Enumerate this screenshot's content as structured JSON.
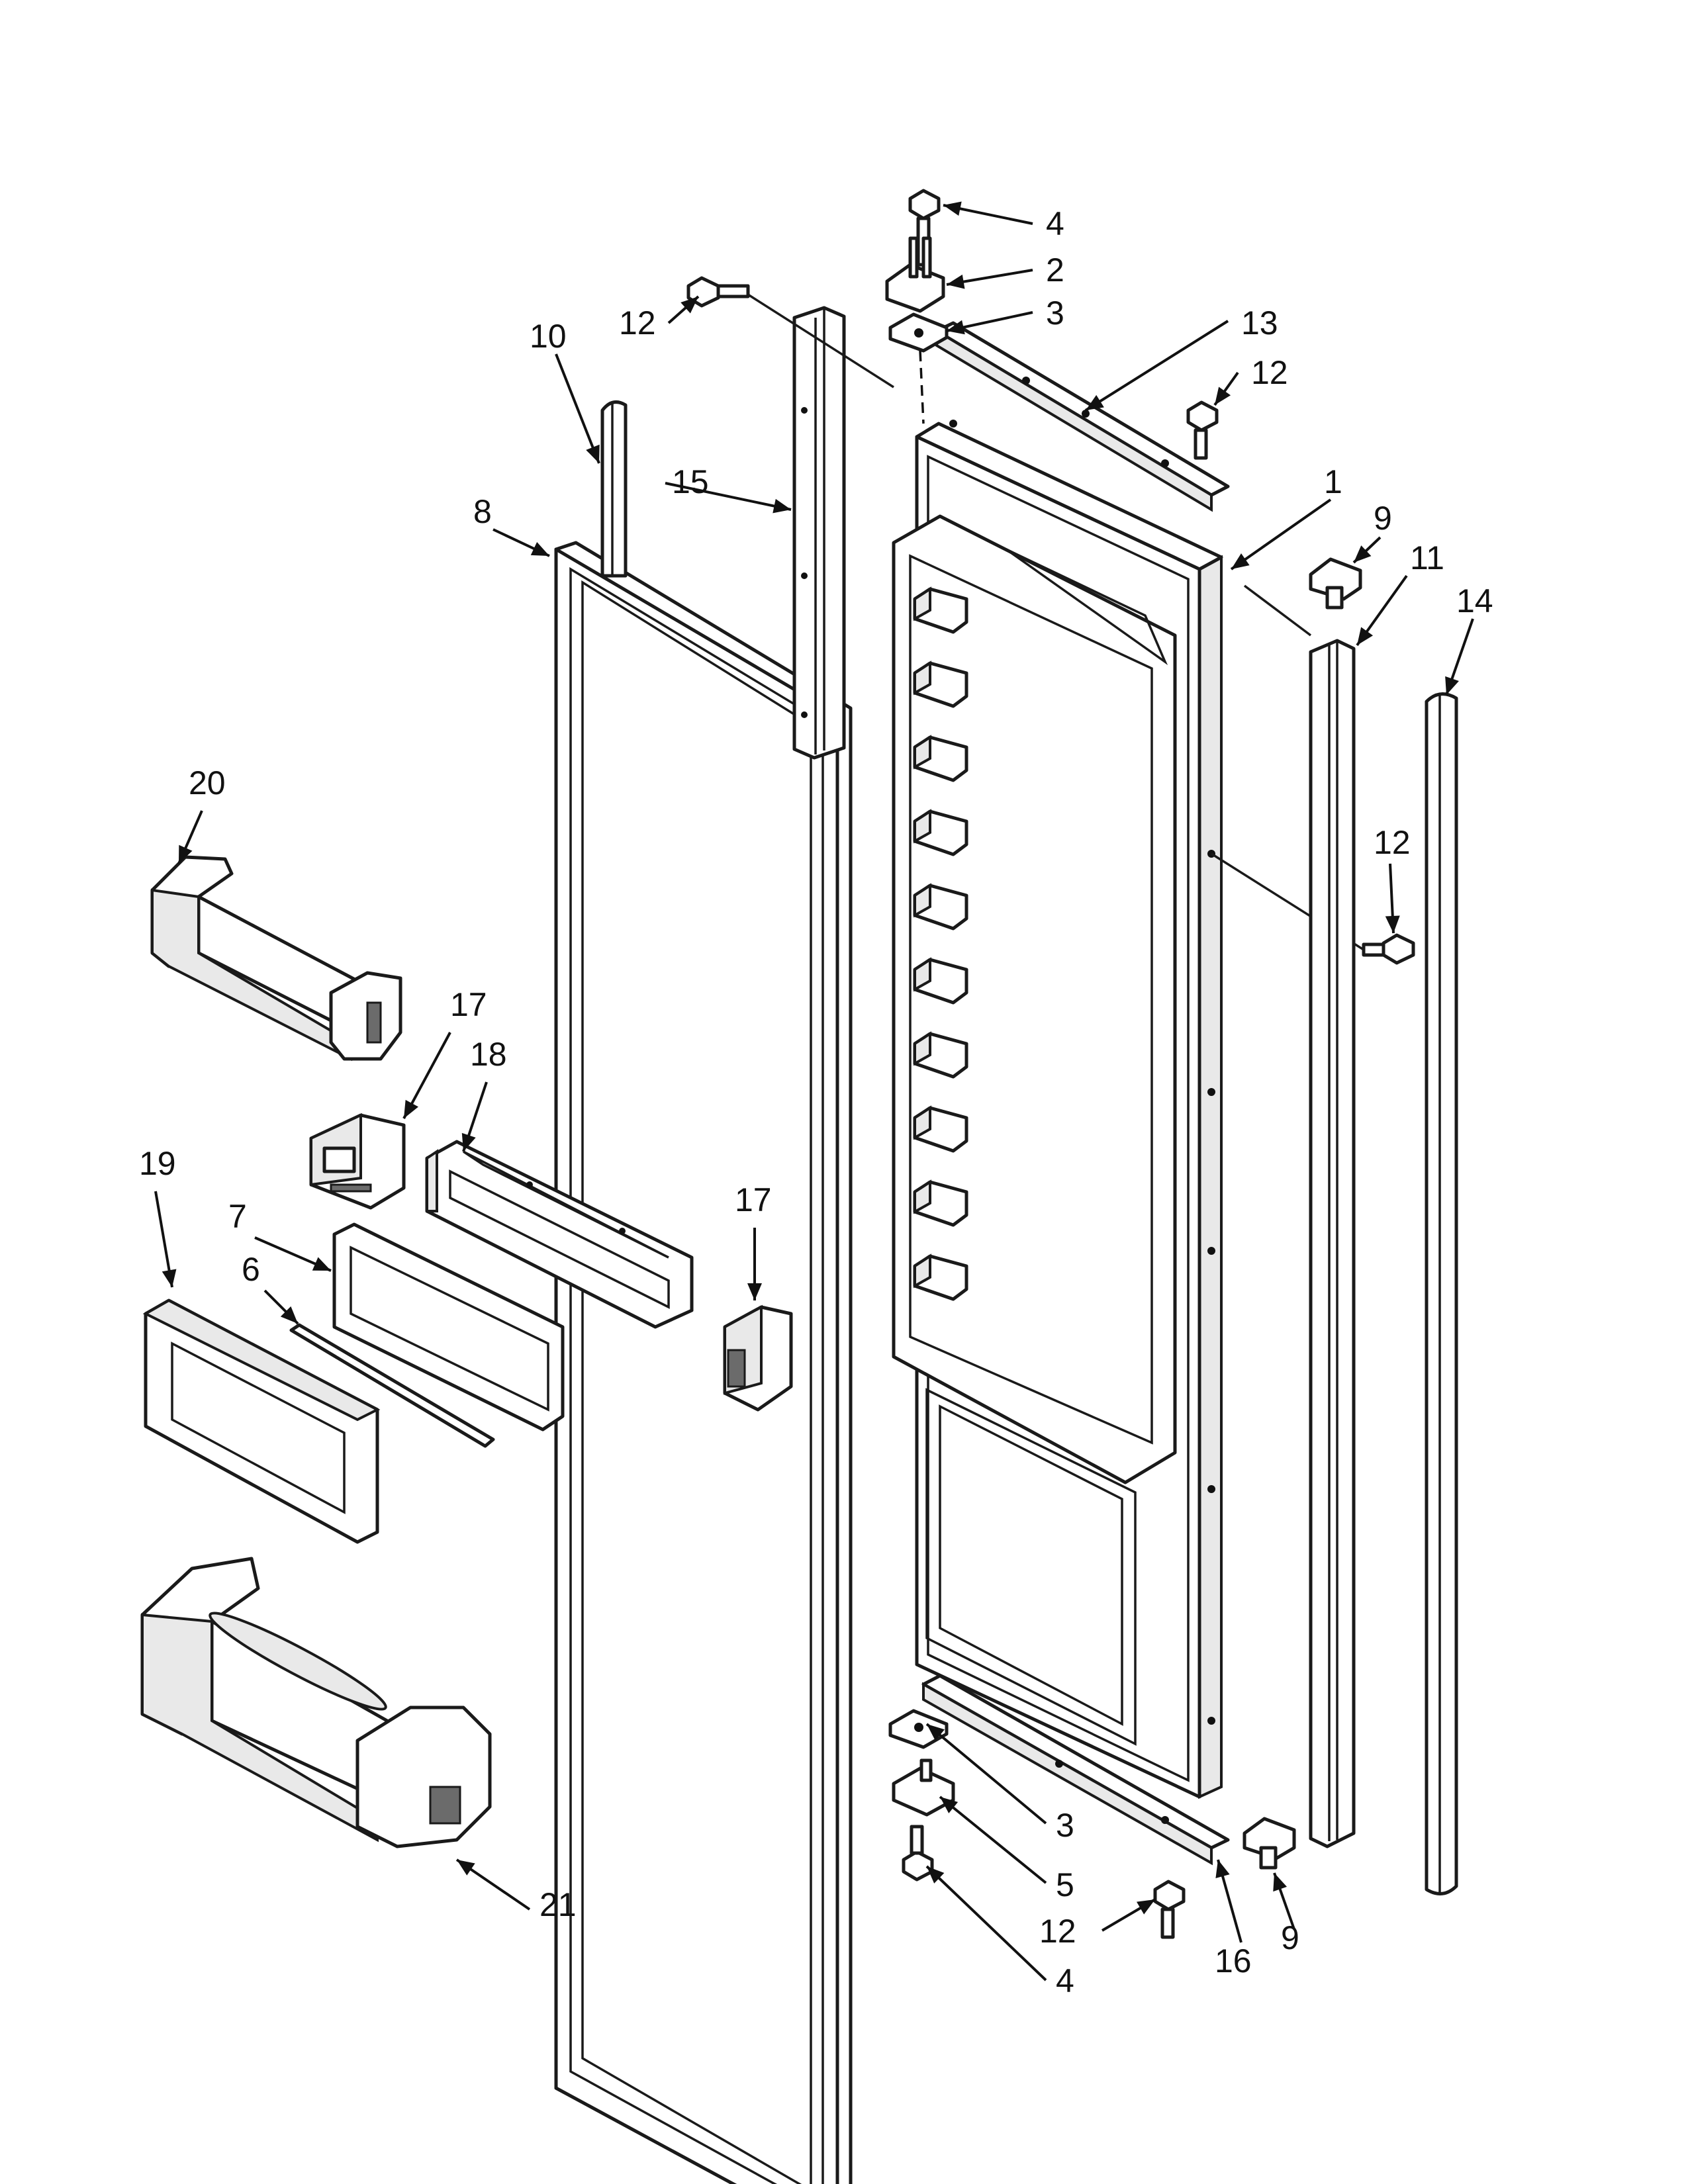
{
  "callouts": [
    {
      "id": "c4-top",
      "label": "4"
    },
    {
      "id": "c2",
      "label": "2"
    },
    {
      "id": "c3-top",
      "label": "3"
    },
    {
      "id": "c12-a",
      "label": "12"
    },
    {
      "id": "c13",
      "label": "13"
    },
    {
      "id": "c12-b",
      "label": "12"
    },
    {
      "id": "c10",
      "label": "10"
    },
    {
      "id": "c15",
      "label": "15"
    },
    {
      "id": "c8",
      "label": "8"
    },
    {
      "id": "c1",
      "label": "1"
    },
    {
      "id": "c9-top",
      "label": "9"
    },
    {
      "id": "c11",
      "label": "11"
    },
    {
      "id": "c14",
      "label": "14"
    },
    {
      "id": "c20",
      "label": "20"
    },
    {
      "id": "c12-c",
      "label": "12"
    },
    {
      "id": "c17-a",
      "label": "17"
    },
    {
      "id": "c18",
      "label": "18"
    },
    {
      "id": "c19",
      "label": "19"
    },
    {
      "id": "c7",
      "label": "7"
    },
    {
      "id": "c6",
      "label": "6"
    },
    {
      "id": "c17-b",
      "label": "17"
    },
    {
      "id": "c3-bot",
      "label": "3"
    },
    {
      "id": "c5",
      "label": "5"
    },
    {
      "id": "c21",
      "label": "21"
    },
    {
      "id": "c12-d",
      "label": "12"
    },
    {
      "id": "c4-bot",
      "label": "4"
    },
    {
      "id": "c16",
      "label": "16"
    },
    {
      "id": "c9-bot",
      "label": "9"
    }
  ]
}
